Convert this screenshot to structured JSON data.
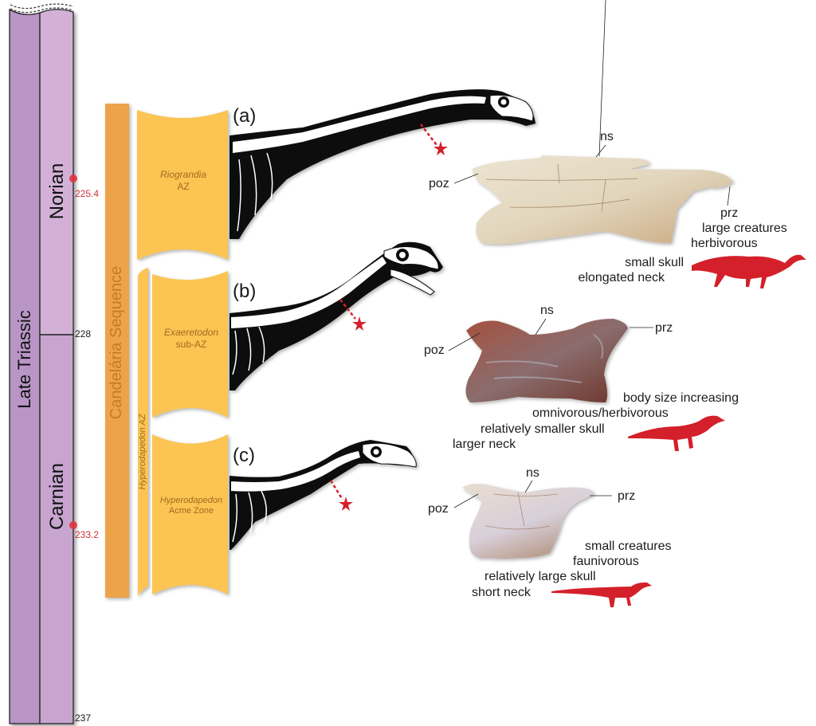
{
  "timescale": {
    "epoch_label": "Late Triassic",
    "stages": [
      {
        "name": "Norian",
        "color": "#d3b1d6"
      },
      {
        "name": "Carnian",
        "color": "#c7a5cf"
      }
    ],
    "epoch_color": "#b995c6",
    "ticks": [
      {
        "value": "225.4",
        "style": "dated",
        "color": "#d0323a"
      },
      {
        "value": "228",
        "style": "boundary",
        "color": "#1a1a1a"
      },
      {
        "value": "233.2",
        "style": "dated",
        "color": "#d0323a"
      },
      {
        "value": "237",
        "style": "boundary",
        "color": "#1a1a1a"
      }
    ]
  },
  "sequence": {
    "label": "Candelária Sequence",
    "color": "#eda34a",
    "text_color": "#c07a2c"
  },
  "assemblage_zones": {
    "color": "#fbc452",
    "side_bar_label": "Hyperodapedon AZ",
    "zones": [
      {
        "italic": "Riograndia",
        "plain": "AZ"
      },
      {
        "italic": "Exaeretodon",
        "plain": "sub-AZ"
      },
      {
        "italic": "Hyperodapedon",
        "plain": "Acme Zone"
      }
    ]
  },
  "panels": [
    {
      "letter": "(a)",
      "vertebra_labels": {
        "ns": "ns",
        "poz": "poz",
        "prz": "prz"
      },
      "vertebra_color": "#e6dcc8",
      "traits": [
        "large creatures",
        "herbivorous",
        "small skull",
        "elongated neck"
      ]
    },
    {
      "letter": "(b)",
      "vertebra_labels": {
        "ns": "ns",
        "poz": "poz",
        "prz": "prz"
      },
      "vertebra_color": "#8e4a3a",
      "traits": [
        "body size increasing",
        "omnivorous/herbivorous",
        "relatively smaller skull",
        "larger neck"
      ]
    },
    {
      "letter": "(c)",
      "vertebra_labels": {
        "ns": "ns",
        "poz": "poz",
        "prz": "prz"
      },
      "vertebra_color": "#ddd3cc",
      "traits": [
        "small creatures",
        "faunivorous",
        "relatively large skull",
        "short neck"
      ]
    }
  ],
  "colors": {
    "silhouette": "#d4202a",
    "marker_star": "#d4202a",
    "skeleton": "#0a0a0a"
  }
}
